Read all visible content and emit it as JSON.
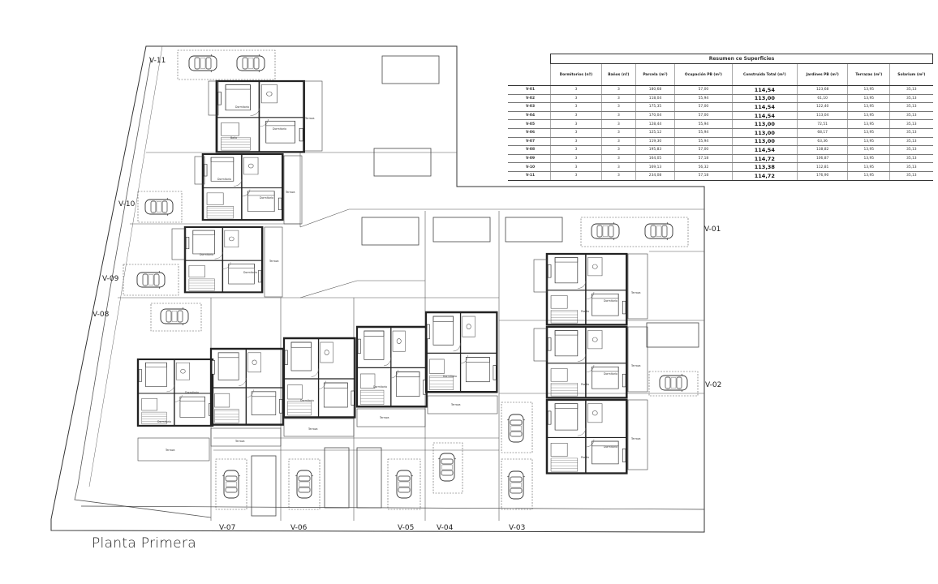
{
  "plan_title": "Planta Primera",
  "unit_labels": [
    "V-01",
    "V-02",
    "V-03",
    "V-04",
    "V-05",
    "V-06",
    "V-07",
    "V-08",
    "V-09",
    "V-10",
    "V-11"
  ],
  "summary": {
    "title": "Resumen ce Superficies",
    "headers": [
      "",
      "Dormitorios (nº)",
      "Baños (nº)",
      "Parcela (m²)",
      "Ocupación PB (m²)",
      "Construida Total (m²)",
      "Jardines PB (m²)",
      "Terrazas (m²)",
      "Solarium (m²)"
    ],
    "rows": [
      [
        "V-01",
        "3",
        "3",
        "180,68",
        "57,00",
        "114,54",
        "123,68",
        "13,95",
        "35,13"
      ],
      [
        "V-02",
        "3",
        "3",
        "118,04",
        "55,94",
        "113,00",
        "61,10",
        "13,95",
        "35,13"
      ],
      [
        "V-03",
        "3",
        "3",
        "175,35",
        "57,00",
        "114,54",
        "122,40",
        "13,95",
        "35,13"
      ],
      [
        "V-04",
        "3",
        "3",
        "170,04",
        "57,00",
        "114,54",
        "113,04",
        "13,95",
        "35,13"
      ],
      [
        "V-05",
        "3",
        "3",
        "128,44",
        "55,94",
        "113,00",
        "72,51",
        "13,95",
        "35,13"
      ],
      [
        "V-06",
        "3",
        "3",
        "125,12",
        "55,94",
        "113,00",
        "68,17",
        "13,95",
        "35,13"
      ],
      [
        "V-07",
        "3",
        "3",
        "119,30",
        "55,94",
        "113,00",
        "63,36",
        "13,95",
        "35,13"
      ],
      [
        "V-08",
        "3",
        "3",
        "195,83",
        "57,00",
        "114,54",
        "138,82",
        "13,95",
        "35,13"
      ],
      [
        "V-09",
        "3",
        "3",
        "164,05",
        "57,18",
        "114,72",
        "106,87",
        "13,95",
        "35,13"
      ],
      [
        "V-10",
        "3",
        "3",
        "169,13",
        "56,32",
        "113,38",
        "112,81",
        "13,95",
        "35,13"
      ],
      [
        "V-11",
        "3",
        "3",
        "234,08",
        "57,18",
        "114,72",
        "176,90",
        "13,95",
        "35,13"
      ]
    ]
  },
  "room_labels": [
    "Dormitorio",
    "Baño",
    "Terraza",
    "Pasillo"
  ]
}
